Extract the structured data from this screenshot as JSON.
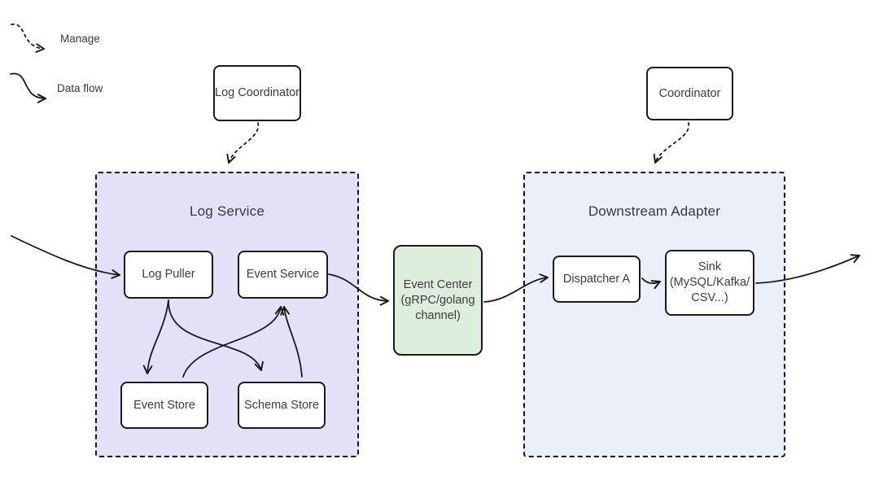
{
  "diagram": {
    "kind": "architecture-flow-diagram",
    "background": "#fffffe",
    "stroke_color": "#1b1b1b",
    "text_color": "#3d3d3d"
  },
  "legend": {
    "items": [
      {
        "label": "Manage",
        "line_style": "dashed"
      },
      {
        "label": "Data flow",
        "line_style": "solid"
      }
    ]
  },
  "containers": {
    "log_service": {
      "title": "Log Service",
      "fill": "#e5dff7",
      "border_style": "dashed"
    },
    "downstream_adapter": {
      "title": "Downstream Adapter",
      "fill": "#ebeffa",
      "border_style": "dashed"
    }
  },
  "nodes": {
    "log_coordinator": {
      "label": "Log Coordinator",
      "fill": "#ffffff"
    },
    "coordinator": {
      "label": "Coordinator",
      "fill": "#ffffff"
    },
    "log_puller": {
      "label": "Log Puller",
      "fill": "#ffffff"
    },
    "event_service": {
      "label": "Event Service",
      "fill": "#ffffff"
    },
    "event_store": {
      "label": "Event Store",
      "fill": "#ffffff"
    },
    "schema_store": {
      "label": "Schema Store",
      "fill": "#ffffff"
    },
    "event_center": {
      "lines": [
        "Event Center",
        "(gRPC/golang",
        "channel)"
      ],
      "fill": "#ddeedd"
    },
    "dispatcher_a": {
      "label": "Dispatcher A",
      "fill": "#ffffff"
    },
    "sink": {
      "lines": [
        "Sink",
        "(MySQL/Kafka/",
        "CSV...)"
      ],
      "fill": "#ffffff"
    }
  },
  "edges": [
    {
      "from": "log_coordinator",
      "to": "log_service",
      "type": "manage"
    },
    {
      "from": "coordinator",
      "to": "downstream_adapter",
      "type": "manage"
    },
    {
      "from": "external-left",
      "to": "log_puller",
      "type": "data"
    },
    {
      "from": "log_puller",
      "to": "event_store",
      "type": "data"
    },
    {
      "from": "log_puller",
      "to": "schema_store",
      "type": "data"
    },
    {
      "from": "event_store",
      "to": "event_service",
      "type": "data"
    },
    {
      "from": "schema_store",
      "to": "event_service",
      "type": "data"
    },
    {
      "from": "event_service",
      "to": "event_center",
      "type": "data"
    },
    {
      "from": "event_center",
      "to": "dispatcher_a",
      "type": "data"
    },
    {
      "from": "dispatcher_a",
      "to": "sink",
      "type": "data"
    },
    {
      "from": "sink",
      "to": "external-right",
      "type": "data"
    }
  ]
}
